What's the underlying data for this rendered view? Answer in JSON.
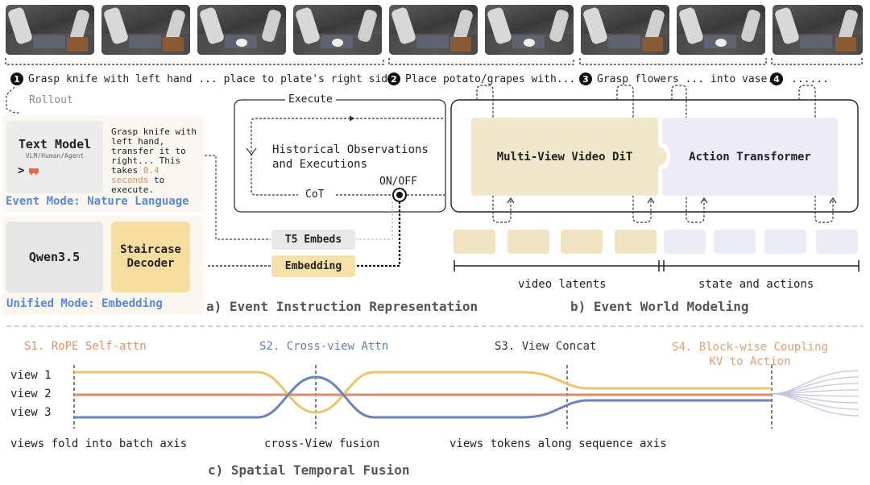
{
  "rollout": {
    "steps": [
      {
        "num": "1",
        "text": "Grasp knife with left hand ... place to plate's right side."
      },
      {
        "num": "2",
        "text": "Place potato/grapes with..."
      },
      {
        "num": "3",
        "text": "Grasp flowers ... into vase."
      },
      {
        "num": "4",
        "text": "......"
      }
    ],
    "label": "Rollout"
  },
  "panel_a": {
    "text_model": {
      "title": "Text Model",
      "subtitle": "VLM/Human/Agent"
    },
    "event_text_pre": "Grasp knife with left hand, transfer it to right... This takes ",
    "event_text_highlight": "0.4 seconds",
    "event_text_post": " to execute.",
    "event_mode_label": "Event Mode: Nature Language",
    "qwen": "Qwen3.5",
    "staircase_line1": "Staircase",
    "staircase_line2": "Decoder",
    "unified_mode_label": "Unified Mode: Embedding",
    "execute": "Execute",
    "history_line1": "Historical Observations",
    "history_line2": "and Executions",
    "cot": "CoT",
    "onoff": "ON/OFF",
    "t5": "T5 Embeds",
    "embedding": "Embedding",
    "caption": "a) Event Instruction Representation"
  },
  "panel_b": {
    "dit": "Multi-View Video DiT",
    "action": "Action Transformer",
    "video_latents": "video latents",
    "state_actions": "state and actions",
    "caption": "b) Event World Modeling"
  },
  "panel_c": {
    "s1": "S1. RoPE Self-attn",
    "s2": "S2. Cross-view Attn",
    "s3": "S3. View Concat",
    "s4_line1": "S4. Block-wise Coupling",
    "s4_line2": "KV to Action",
    "views": [
      "view 1",
      "view 2",
      "view 3"
    ],
    "desc1": "views fold into batch axis",
    "desc2": "cross-View fusion",
    "desc3": "views tokens along sequence axis",
    "caption": "c) Spatial Temporal Fusion"
  },
  "colors": {
    "view1": "#e8c66a",
    "view2": "#e08a6a",
    "view3": "#6a84b8",
    "s1": "#e0906a",
    "s2": "#5a7fc0",
    "s4": "#e0a070",
    "event_mode": "#5a88d8",
    "latent_video": "#efe3c0",
    "latent_action": "#ececf6",
    "embedding_fill": "#f5e2a8"
  }
}
